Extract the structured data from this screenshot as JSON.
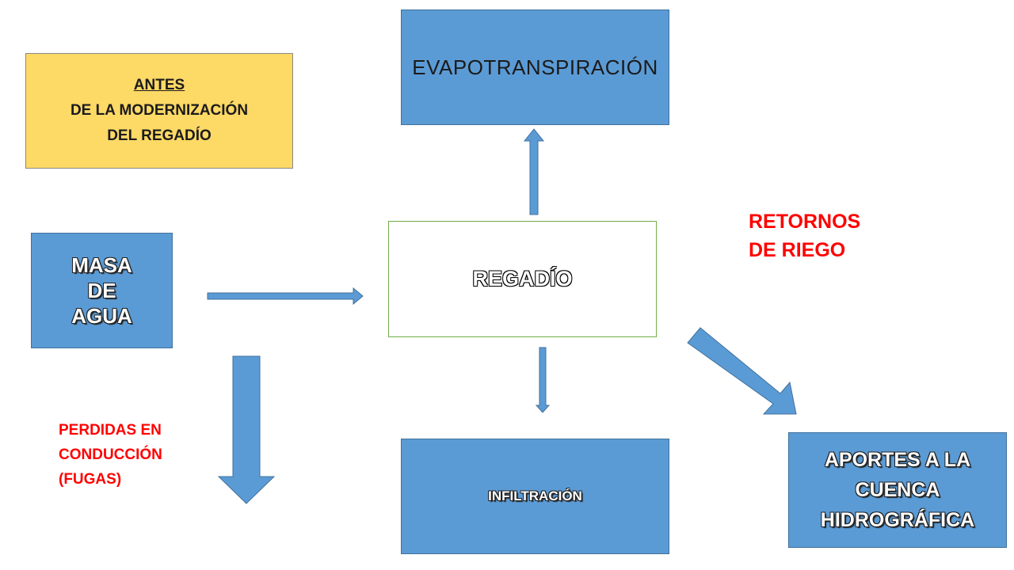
{
  "boxes": {
    "evapotranspiracion": "EVAPOTRANSPIRACIÓN",
    "antes": {
      "line1": "ANTES",
      "line2": "DE LA MODERNIZACIÓN",
      "line3": "DEL REGADÍO"
    },
    "masa": [
      "MASA",
      "DE",
      "AGUA"
    ],
    "regadio": "REGADÍO",
    "infiltracion": "INFILTRACIÓN",
    "aportes": [
      "APORTES A LA",
      "CUENCA",
      "HIDROGRÁFICA"
    ]
  },
  "labels": {
    "retornos": [
      "RETORNOS",
      "DE RIEGO"
    ],
    "perdidas": [
      "PERDIDAS EN",
      "CONDUCCIÓN",
      "(FUGAS)"
    ]
  },
  "colors": {
    "box_blue": "#5b9bd5",
    "box_yellow": "#fdd966",
    "label_red": "#ff0000",
    "regadio_border": "#70ad47"
  }
}
